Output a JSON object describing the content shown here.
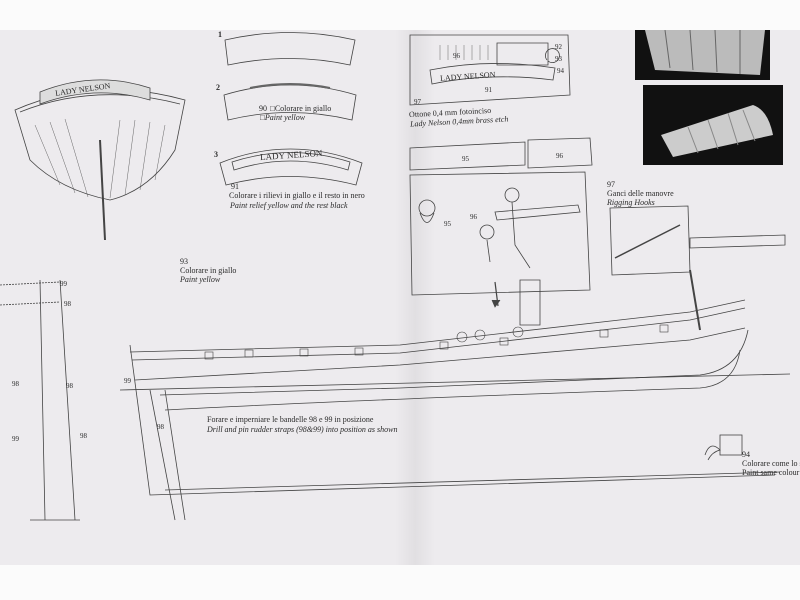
{
  "steps": {
    "s1": "1",
    "s2": "2",
    "s3": "3"
  },
  "plate_90": {
    "num": "90",
    "it": "□Colorare in giallo",
    "en": "□Paint yellow"
  },
  "plate_91": {
    "num": "91",
    "it": "Colorare i rilievi in giallo e il resto in nero",
    "en": "Paint relief yellow and the rest black",
    "name": "LADY NELSON"
  },
  "etch": {
    "it": "Ottone 0,4 mm fotoinciso",
    "en": "Lady Nelson 0,4mm brass etch",
    "name": "LADY NELSON",
    "labels": [
      "92",
      "93",
      "94",
      "96",
      "91",
      "97"
    ]
  },
  "hooks": {
    "num": "97",
    "it": "Ganci delle manovre",
    "en": "Rigging Hooks"
  },
  "part_93": {
    "num": "93",
    "it": "Colorare in giallo",
    "en": "Paint yellow"
  },
  "stern_plate": {
    "name": "LADY NELSON"
  },
  "rudder": {
    "it": "Forare e imperniare le bandelle 98 e 99 in posizione",
    "en": "Drill and pin rudder straps (98&99) into position as shown"
  },
  "part_94": {
    "num": "94",
    "it": "Colorare come lo s",
    "en": "Paint same colour"
  },
  "callouts": {
    "n95": "95",
    "n96": "96",
    "n96b": "96",
    "n95b": "95",
    "n99a": "99",
    "n98a": "98",
    "n98b": "98",
    "n98c": "98",
    "n99b": "99",
    "n98d": "98",
    "n98e": "98",
    "n99c": "99"
  }
}
